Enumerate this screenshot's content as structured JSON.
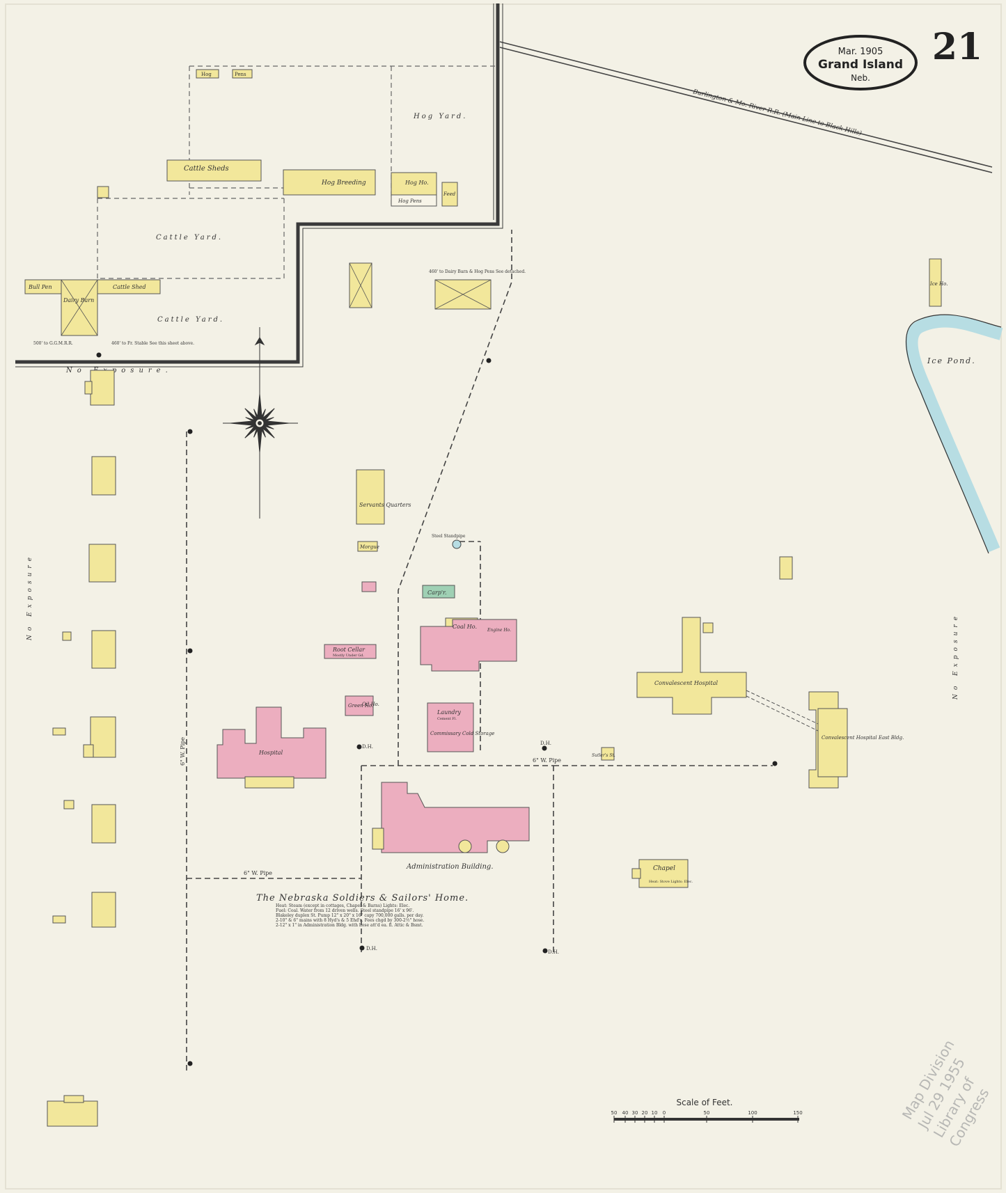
{
  "title_cartouche": {
    "date": "Mar. 1905",
    "city": "Grand Island",
    "state": "Neb."
  },
  "sheet_number": "21",
  "railroad_label": "Burlington & Mo. River R.R. (Main Line to Black Hills)",
  "yard_labels": {
    "hog_yard": "Hog Yard.",
    "cattle_yard_1": "Cattle Yard.",
    "cattle_yard_2": "Cattle Yard.",
    "no_exposure_top": "No Exposure.",
    "no_exposure_left": "No Exposure",
    "no_exposure_right": "No Exposure"
  },
  "barn_buildings": {
    "cattle_sheds": "Cattle Sheds",
    "hog_breeding": "Hog Breeding",
    "hog_ho": "Hog Ho.",
    "hog_pens": "Hog Pens",
    "feed": "Feed",
    "bull_pen": "Bull Pen",
    "dairy_barn": "Dairy Barn",
    "cattle_shed": "Cattle Shed",
    "hog": "Hog",
    "pens": "Pens"
  },
  "notes": {
    "dairy_barn_note": "460' to Fr. Stable See this sheet above.",
    "granary_note": "460' to Dairy Barn & Hog Pens See detached.",
    "gmr_note": "500' to G.G.M.R.R."
  },
  "buildings": {
    "servants_quarters": "Servants Quarters",
    "morgue": "Morgue",
    "oil_ho": "Oil Ho.",
    "carpenter": "Carp'r.",
    "coal_ho": "Coal Ho.",
    "engine_ho": "Engine Ho.",
    "root_cellar": "Root Cellar",
    "root_cellar_sub": "Mostly Under Gd.",
    "green_ho": "Green Ho.",
    "laundry": "Laundry",
    "laundry_sub": "Cement Fl.",
    "commissary": "Commissary Cold Storage",
    "hospital": "Hospital",
    "admin_building": "Administration Building.",
    "convalescent_hospital": "Convalescent Hospital",
    "convalescent_east": "Convalescent Hospital East Bldg.",
    "chapel": "Chapel",
    "chapel_sub": "Heat: Stove Lights: Elec.",
    "sutlers": "Sutler's St.",
    "ice_ho": "Ice Ho.",
    "ice_pond": "Ice Pond.",
    "steel_standpipe": "Steel Standpipe"
  },
  "pipe_labels": {
    "gw_pipe": "6\" W. Pipe",
    "dh": "D.H."
  },
  "home_title": "The Nebraska Soldiers & Sailors' Home.",
  "home_notes": [
    "Heat: Steam (except in cottages, Chapel & Barns) Lights: Elec.",
    "Fuel: Coal. Water from 12 driven wells. Steel standpipe 16' x 96'.",
    "Blakeley duplex St. Pump 12\" x 20\" x 16\" capy 700,000 galls. per day.",
    "2-10\" & 6\" mains with 8 Hyd's & 5 Ehd's. Fees chgd by 300-2½\" hose.",
    "2-12\" x 1\" in Administration Bldg. with hose att'd ea. fl. Attic & Bsmt."
  ],
  "scale": {
    "title": "Scale of Feet.",
    "ticks": [
      "50",
      "40",
      "30",
      "20",
      "10",
      "0",
      "50",
      "100",
      "150"
    ]
  },
  "stamp": [
    "Map Division",
    "Jul 29 1955",
    "Library of Congress"
  ],
  "colors": {
    "paper": "#f3f1e6",
    "frame_dwelling": "#f2e79b",
    "brick": "#ecaebf",
    "stone": "#9fd0b4",
    "water": "#b7dde3",
    "line": "#555555"
  }
}
